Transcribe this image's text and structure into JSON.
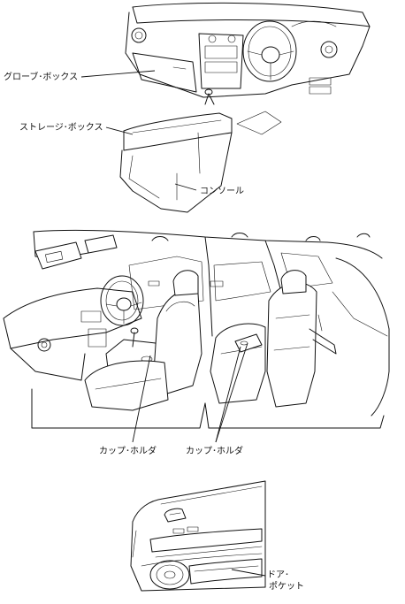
{
  "labels": {
    "glove_box": "グローブ･ボックス",
    "storage_box": "ストレージ･ボックス",
    "console": "コンソール",
    "cup_holder_front": "カップ･ホルダ",
    "cup_holder_rear": "カップ･ホルダ",
    "door_pocket_line1": "ドア･",
    "door_pocket_line2": "ポケット"
  }
}
